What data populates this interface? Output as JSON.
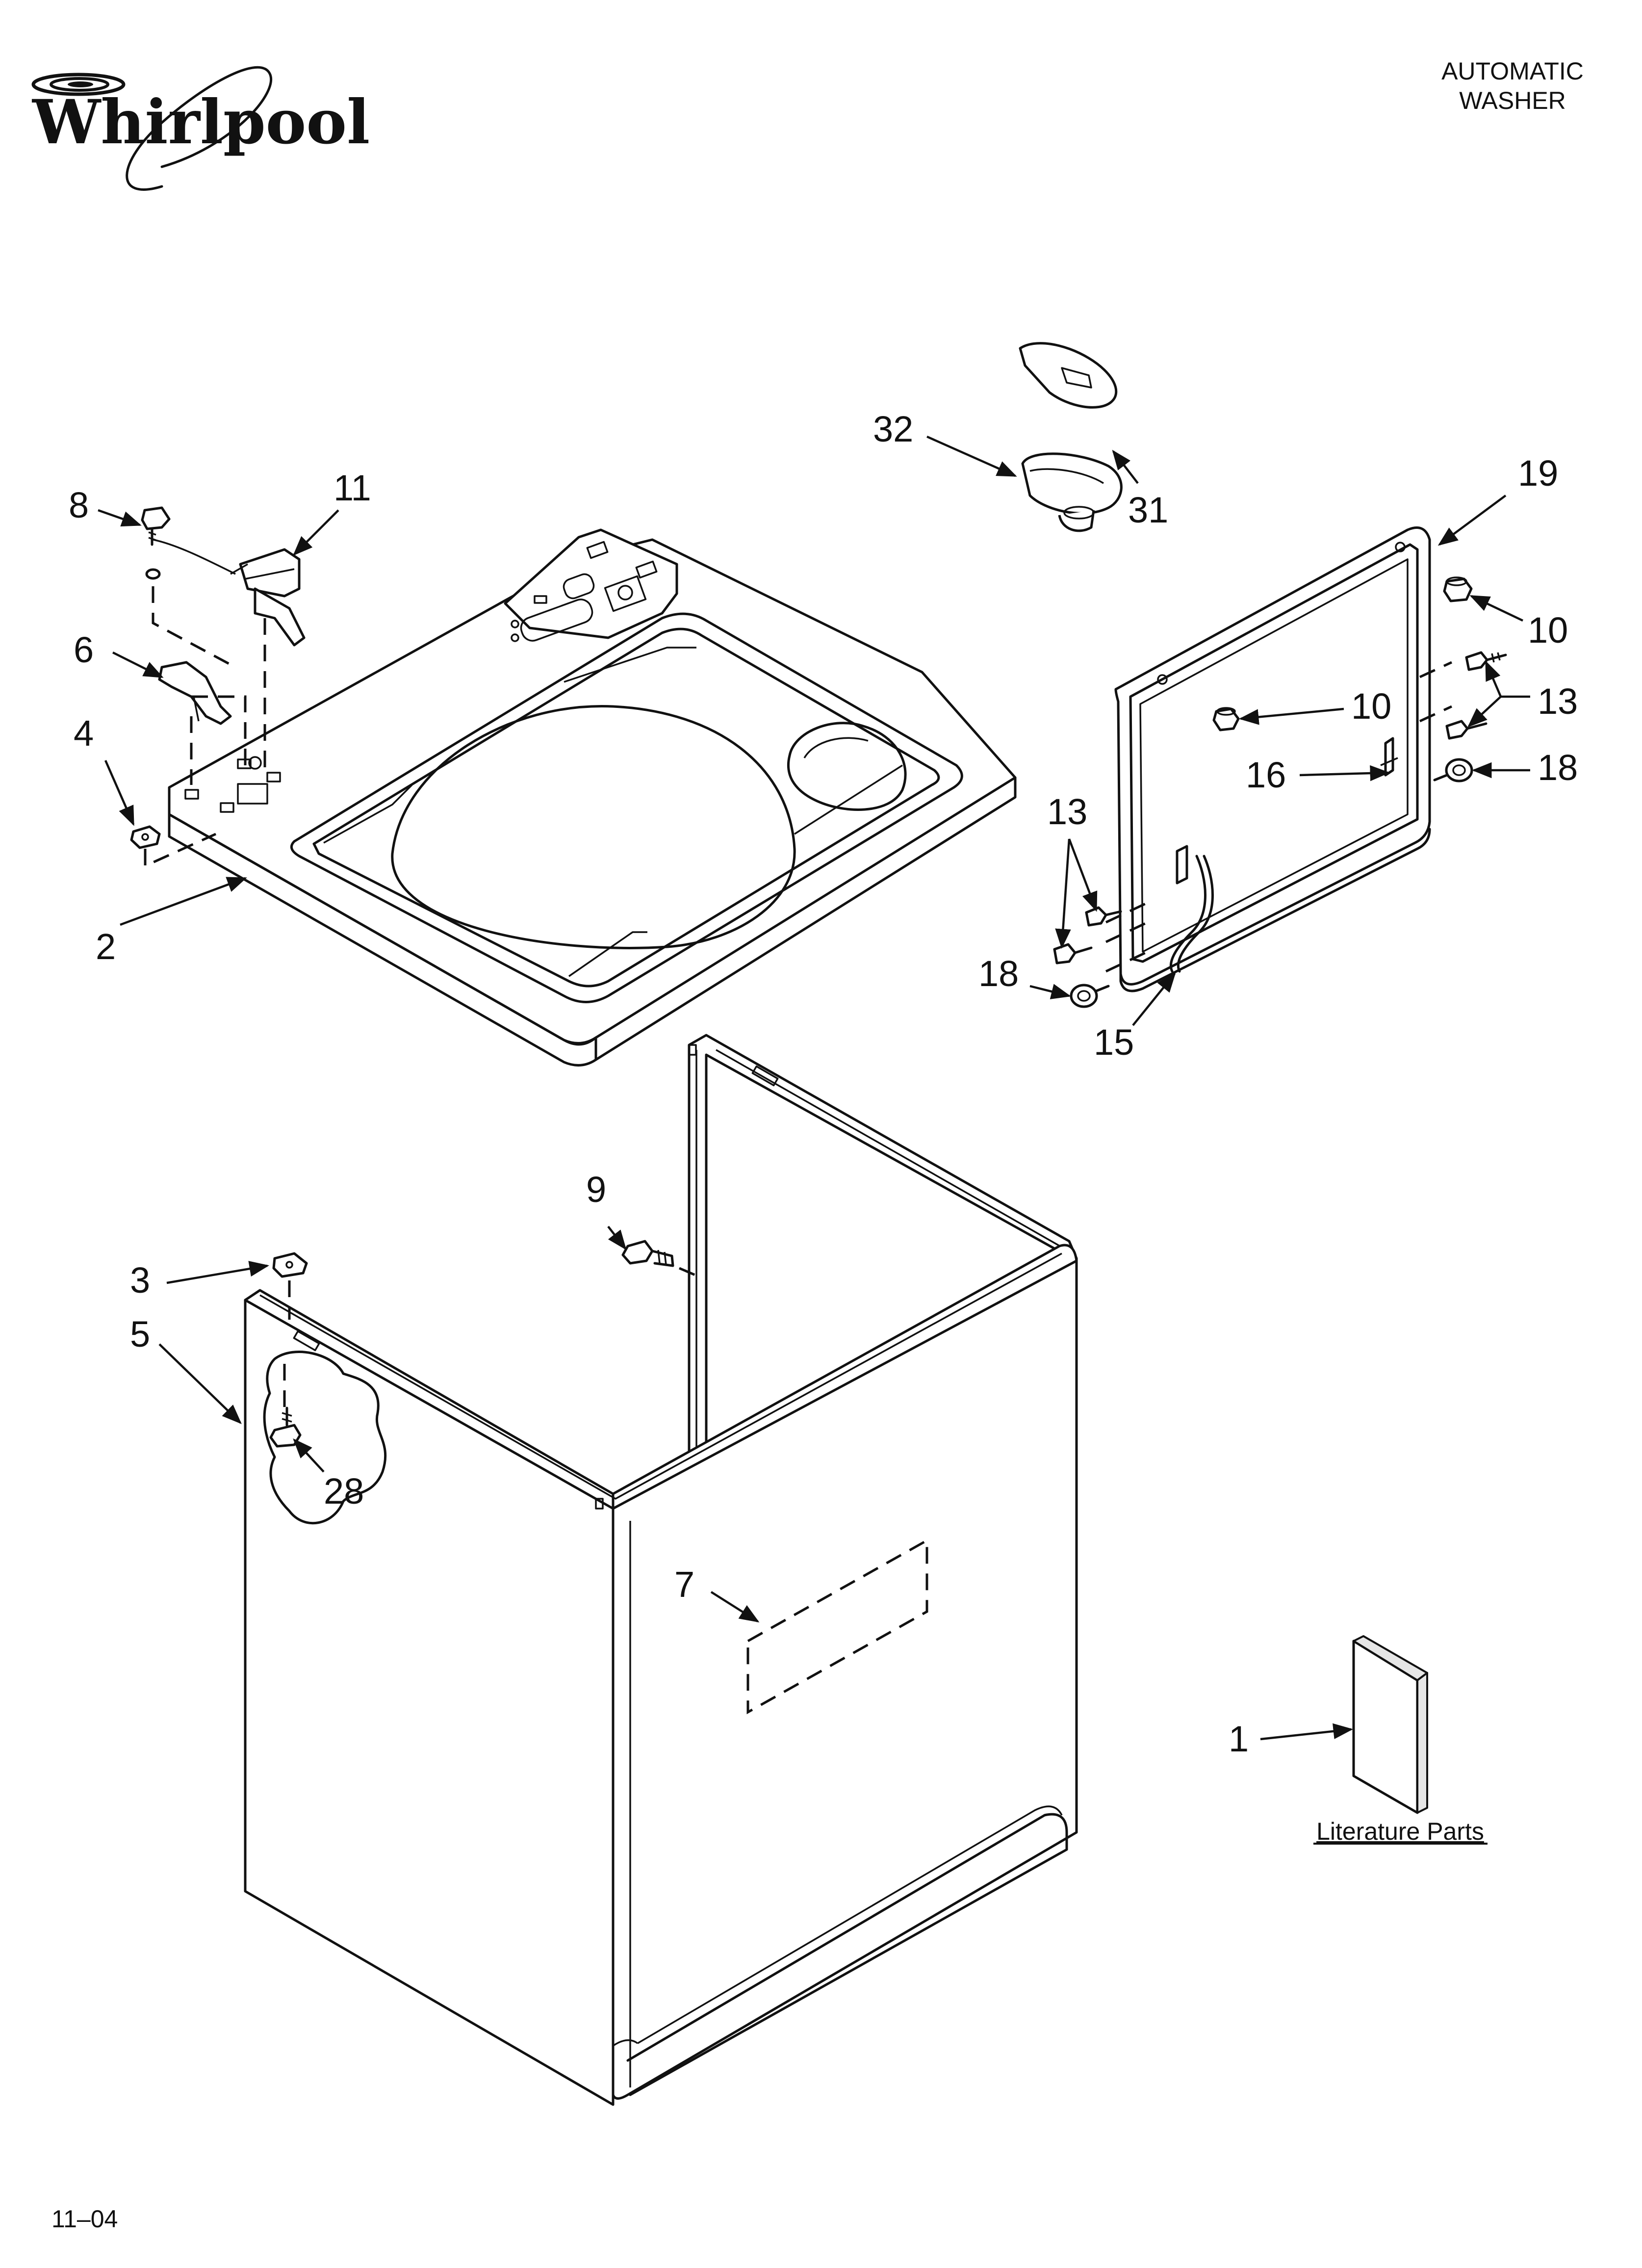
{
  "header": {
    "brand": "Whirlpool",
    "doc_title_line1": "AUTOMATIC",
    "doc_title_line2": "WASHER"
  },
  "footer": {
    "date_code": "11–04"
  },
  "literature": {
    "label": "Literature Parts"
  },
  "callouts": {
    "c1": "1",
    "c2": "2",
    "c3": "3",
    "c4": "4",
    "c5": "5",
    "c6": "6",
    "c7": "7",
    "c8": "8",
    "c9": "9",
    "c10a": "10",
    "c10b": "10",
    "c11": "11",
    "c13a": "13",
    "c13b": "13",
    "c15": "15",
    "c16": "16",
    "c18a": "18",
    "c18b": "18",
    "c19": "19",
    "c28": "28",
    "c31": "31",
    "c32": "32"
  },
  "colors": {
    "ink": "#111111",
    "paper": "#ffffff"
  },
  "icons": {
    "brand_mark": "whirlpool-swirl-logo-icon"
  }
}
